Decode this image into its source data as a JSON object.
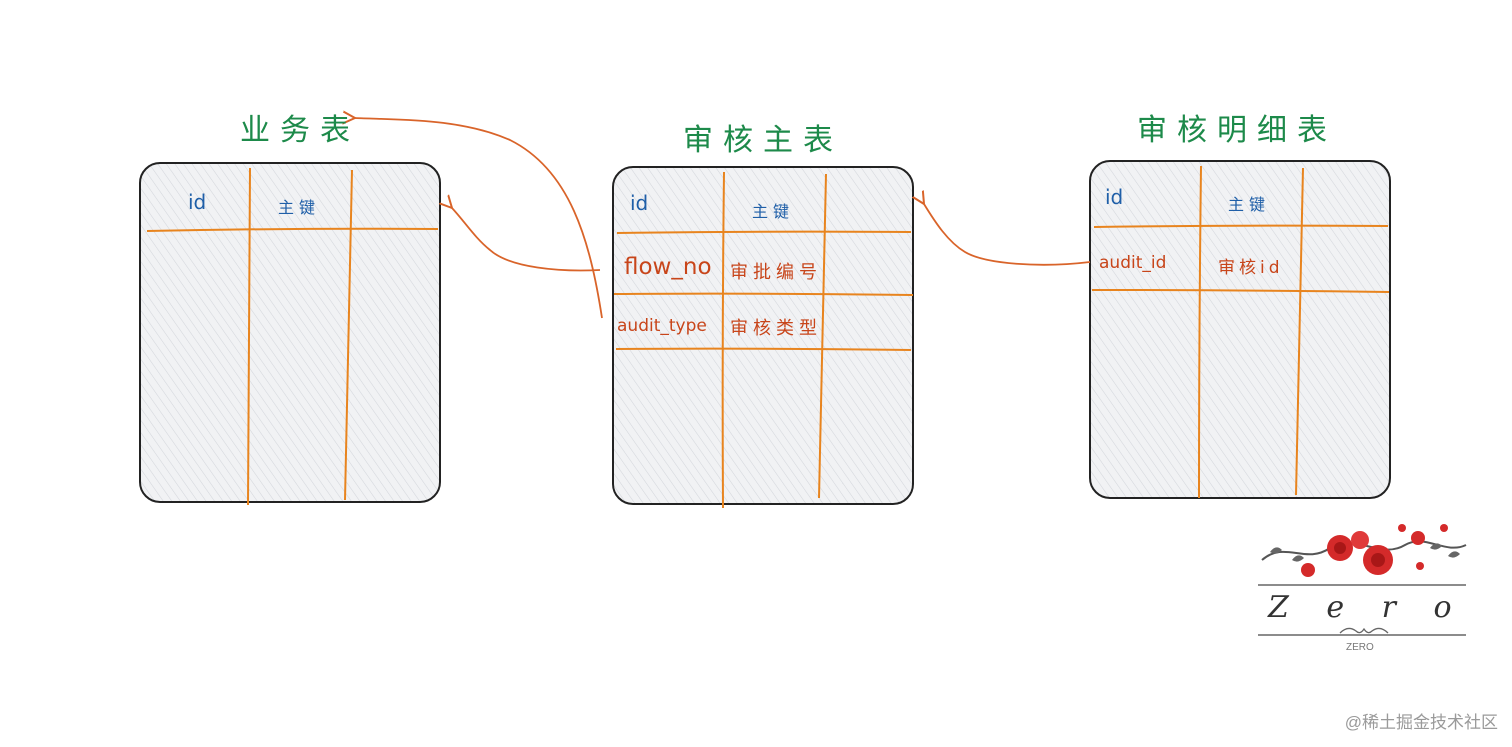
{
  "tables": {
    "business": {
      "title": "业务表",
      "pk_field": "id",
      "pk_desc": "主键"
    },
    "audit_main": {
      "title": "审核主表",
      "pk_field": "id",
      "pk_desc": "主键",
      "rows": [
        {
          "field": "flow_no",
          "desc": "审批编号"
        },
        {
          "field": "audit_type",
          "desc": "审核类型"
        }
      ]
    },
    "audit_detail": {
      "title": "审核明细表",
      "pk_field": "id",
      "pk_desc": "主键",
      "rows": [
        {
          "field": "audit_id",
          "desc": "审核id"
        }
      ]
    }
  },
  "logo": {
    "main_text": "Z e r o",
    "sub_text": "ZERO"
  },
  "watermark": "@稀土掘金技术社区",
  "colors": {
    "border": "#222222",
    "grid": "#e8841e",
    "arrow": "#d9642a",
    "title": "#1d8a4a",
    "pk_text": "#1f5fa8",
    "field_text": "#c8451a",
    "hatch": "#d6d9de"
  }
}
